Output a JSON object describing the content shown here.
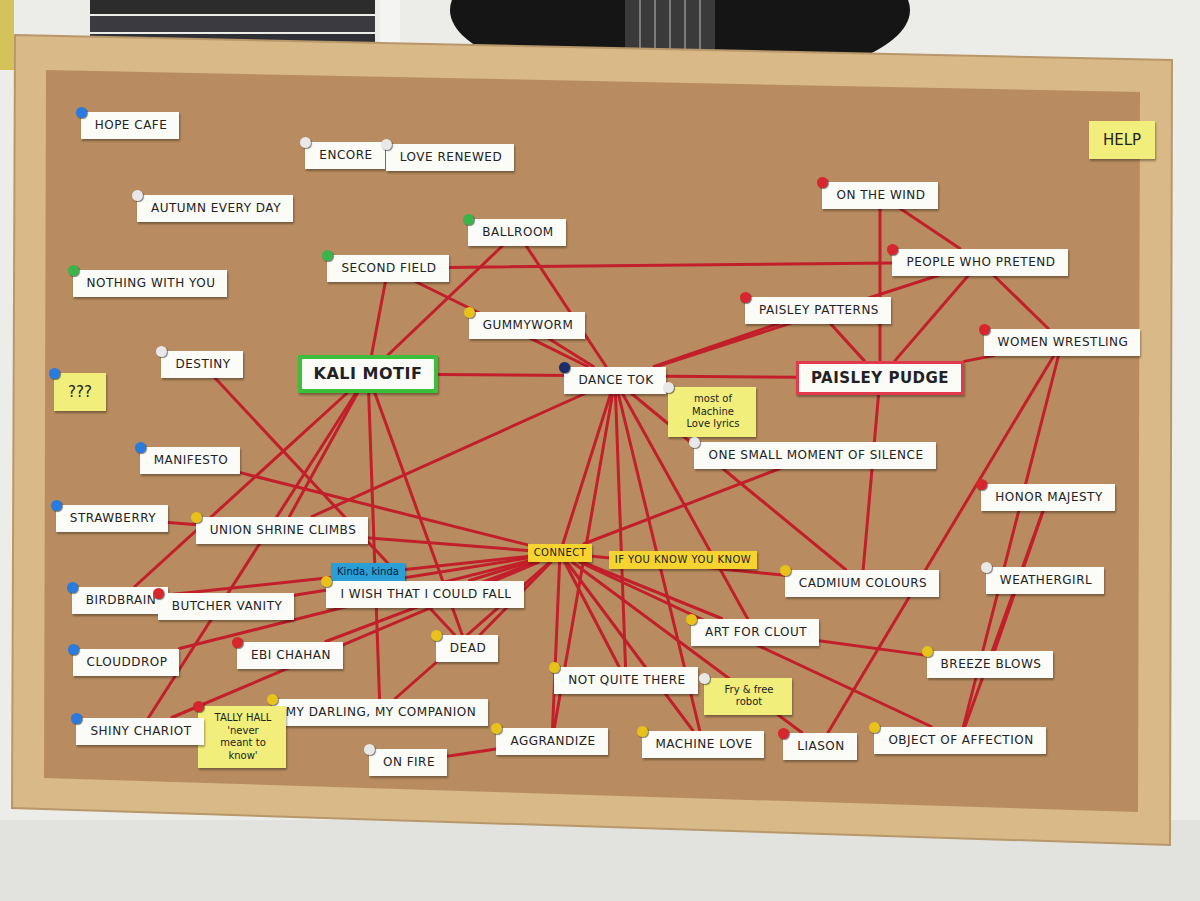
{
  "diagram": {
    "nodes": [
      {
        "text": [
          "HOPE CAFE"
        ]
      },
      {
        "text": [
          "ENCORE"
        ]
      },
      {
        "text": [
          "LOVE RENEWED"
        ]
      },
      {
        "text": [
          "HELP"
        ]
      },
      {
        "text": [
          "AUTUMN EVERY DAY"
        ]
      },
      {
        "text": [
          "ON THE WIND"
        ]
      },
      {
        "text": [
          "BALLROOM"
        ]
      },
      {
        "text": [
          "PEOPLE WHO PRETEND"
        ]
      },
      {
        "text": [
          "SECOND FIELD"
        ]
      },
      {
        "text": [
          "NOTHING WITH YOU"
        ]
      },
      {
        "text": [
          "PAISLEY PATTERNS"
        ]
      },
      {
        "text": [
          "GUMMYWORM"
        ]
      },
      {
        "text": [
          "WOMEN WRESTLING"
        ]
      },
      {
        "text": [
          "???"
        ]
      },
      {
        "text": [
          "DESTINY"
        ]
      },
      {
        "text": [
          "KALI MOTIF"
        ]
      },
      {
        "text": [
          "DANCE TOK"
        ]
      },
      {
        "text": [
          "most of Machine Love lyrics"
        ]
      },
      {
        "text": [
          "PAISLEY PUDGE"
        ]
      },
      {
        "text": [
          "ONE SMALL MOMENT OF SILENCE"
        ]
      },
      {
        "text": [
          "MANIFESTO"
        ]
      },
      {
        "text": [
          "HONOR MAJESTY"
        ]
      },
      {
        "text": [
          "STRAWBERRY"
        ]
      },
      {
        "text": [
          "UNION SHRINE CLIMBS"
        ]
      },
      {
        "text": [
          "CONNECT"
        ]
      },
      {
        "text": [
          "IF YOU KNOW YOU KNOW"
        ]
      },
      {
        "text": [
          "Kinda, kinda"
        ]
      },
      {
        "text": [
          "BIRDBRAIN"
        ]
      },
      {
        "text": [
          "BUTCHER VANITY"
        ]
      },
      {
        "text": [
          "I WISH THAT I COULD FALL"
        ]
      },
      {
        "text": [
          "CADMIUM COLOURS"
        ]
      },
      {
        "text": [
          "WEATHERGIRL"
        ]
      },
      {
        "text": [
          "ART FOR CLOUT"
        ]
      },
      {
        "text": [
          "DEAD"
        ]
      },
      {
        "text": [
          "EBI CHAHAN"
        ]
      },
      {
        "text": [
          "BREEZE BLOWS"
        ]
      },
      {
        "text": [
          "CLOUDDROP"
        ]
      },
      {
        "text": [
          "NOT QUITE THERE"
        ]
      },
      {
        "text": [
          "Fry & free robot"
        ]
      },
      {
        "text": [
          "MY DARLING, MY COMPANION"
        ]
      },
      {
        "text": [
          "TALLY HALL",
          "'never meant to know'"
        ]
      },
      {
        "text": [
          "SHINY CHARIOT"
        ]
      },
      {
        "text": [
          "AGGRANDIZE"
        ]
      },
      {
        "text": [
          "MACHINE LOVE"
        ]
      },
      {
        "text": [
          "LIASON"
        ]
      },
      {
        "text": [
          "OBJECT OF AFFECTION"
        ]
      },
      {
        "text": [
          "ON FIRE"
        ]
      }
    ],
    "edges": [
      {
        "from": 15,
        "to": 8,
        "arrow": "none"
      },
      {
        "from": 15,
        "to": 27,
        "arrow": "none"
      },
      {
        "from": 15,
        "to": 23,
        "arrow": "none"
      },
      {
        "from": 15,
        "to": 33,
        "arrow": "none"
      },
      {
        "from": 15,
        "to": 18,
        "arrow": "none"
      },
      {
        "from": 15,
        "to": 6,
        "arrow": "none"
      },
      {
        "from": 15,
        "to": 41,
        "arrow": "none"
      },
      {
        "from": 15,
        "to": 39,
        "arrow": "none"
      },
      {
        "from": 16,
        "to": 6,
        "arrow": "none"
      },
      {
        "from": 16,
        "to": 8,
        "arrow": "none"
      },
      {
        "from": 16,
        "to": 11,
        "arrow": "none"
      },
      {
        "from": 16,
        "to": 24,
        "arrow": "none"
      },
      {
        "from": 16,
        "to": 10,
        "arrow": "none"
      },
      {
        "from": 16,
        "to": 7,
        "arrow": "none"
      },
      {
        "from": 16,
        "to": 37,
        "arrow": "none"
      },
      {
        "from": 16,
        "to": 42,
        "arrow": "none"
      },
      {
        "from": 16,
        "to": 32,
        "arrow": "none"
      },
      {
        "from": 16,
        "to": 43,
        "arrow": "none"
      },
      {
        "from": 16,
        "to": 23,
        "arrow": "none"
      },
      {
        "from": 16,
        "to": 30,
        "arrow": "none"
      },
      {
        "from": 24,
        "to": 22,
        "arrow": "none"
      },
      {
        "from": 24,
        "to": 27,
        "arrow": "none"
      },
      {
        "from": 24,
        "to": 28,
        "arrow": "none"
      },
      {
        "from": 24,
        "to": 36,
        "arrow": "none"
      },
      {
        "from": 24,
        "to": 34,
        "arrow": "none"
      },
      {
        "from": 24,
        "to": 39,
        "arrow": "none"
      },
      {
        "from": 24,
        "to": 41,
        "arrow": "none"
      },
      {
        "from": 24,
        "to": 29,
        "arrow": "none"
      },
      {
        "from": 24,
        "to": 33,
        "arrow": "none"
      },
      {
        "from": 24,
        "to": 42,
        "arrow": "none"
      },
      {
        "from": 24,
        "to": 37,
        "arrow": "none"
      },
      {
        "from": 24,
        "to": 32,
        "arrow": "none"
      },
      {
        "from": 24,
        "to": 44,
        "arrow": "none"
      },
      {
        "from": 24,
        "to": 30,
        "arrow": "none"
      },
      {
        "from": 24,
        "to": 19,
        "arrow": "none"
      },
      {
        "from": 24,
        "to": 43,
        "arrow": "none"
      },
      {
        "from": 24,
        "to": 45,
        "arrow": "none"
      },
      {
        "from": 24,
        "to": 20,
        "arrow": "none"
      },
      {
        "from": 18,
        "to": 10,
        "arrow": "none"
      },
      {
        "from": 18,
        "to": 5,
        "arrow": "none"
      },
      {
        "from": 18,
        "to": 7,
        "arrow": "none"
      },
      {
        "from": 18,
        "to": 30,
        "arrow": "none"
      },
      {
        "from": 18,
        "to": 12,
        "arrow": "none"
      },
      {
        "from": 7,
        "to": 5,
        "arrow": "none"
      },
      {
        "from": 7,
        "to": 12,
        "arrow": "none"
      },
      {
        "from": 7,
        "to": 8,
        "arrow": "none"
      },
      {
        "from": 12,
        "to": 45,
        "arrow": "none"
      },
      {
        "from": 12,
        "to": 44,
        "arrow": "none"
      },
      {
        "from": 21,
        "to": 45,
        "arrow": "none"
      },
      {
        "from": 21,
        "to": 35,
        "arrow": "none"
      },
      {
        "from": 35,
        "to": 32,
        "arrow": "none"
      },
      {
        "from": 14,
        "to": 33,
        "arrow": "none"
      },
      {
        "from": 46,
        "to": 42,
        "arrow": "none"
      },
      {
        "from": 40,
        "to": 41,
        "arrow": "none"
      }
    ]
  }
}
